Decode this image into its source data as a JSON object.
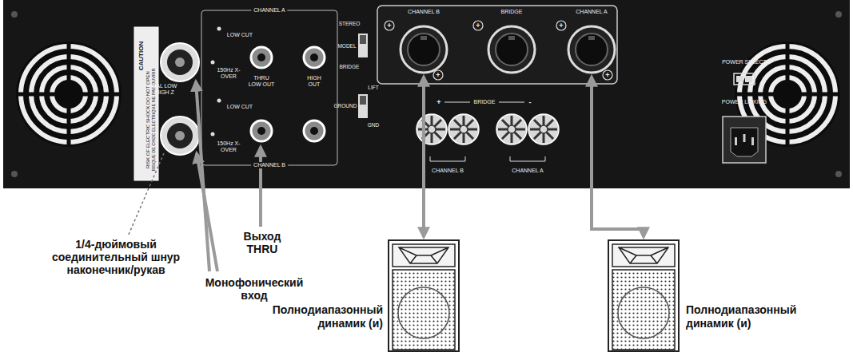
{
  "diagram": {
    "nodes": [
      {
        "text": [
          "CHANNEL B"
        ]
      },
      {
        "text": [
          "BRIDGE"
        ]
      },
      {
        "text": [
          "CHANNEL A"
        ]
      },
      {
        "text": [
          "Полнодиапазонный динамик (и)"
        ]
      },
      {
        "text": [
          "Полнодиапазонный динамик (и)"
        ]
      }
    ],
    "edges": [
      {
        "from": 0,
        "to": 3,
        "arrow": "both"
      },
      {
        "from": 2,
        "to": 4,
        "arrow": "both"
      }
    ],
    "labels": [
      "CAUTION",
      "RISK OF ELECTRIC SHOCK DO NOT OPEN",
      "RISQUE DE CHOC ELECTRIQUE NE PAS OUVRIR",
      "CHANNEL A",
      "LOW CUT",
      "BAL LOW HIGH Z",
      "150Hz X-OVER",
      "THRU LOW OUT",
      "HIGH OUT",
      "LOW CUT",
      "150Hz X-OVER",
      "CHANNEL B",
      "STEREO",
      "MODEL",
      "BRIDGE",
      "+",
      "+",
      "+",
      "+",
      "+",
      "LIFT",
      "GROUND",
      "GND",
      "+",
      "BRIDGE",
      "-",
      "CHANNEL B",
      "CHANNEL A",
      "POWER SELECT",
      "POWER LINKING",
      "1/4-дюймовый соединительный шнур наконечник/рукав",
      "Выход THRU",
      "Монофонический вход"
    ]
  }
}
